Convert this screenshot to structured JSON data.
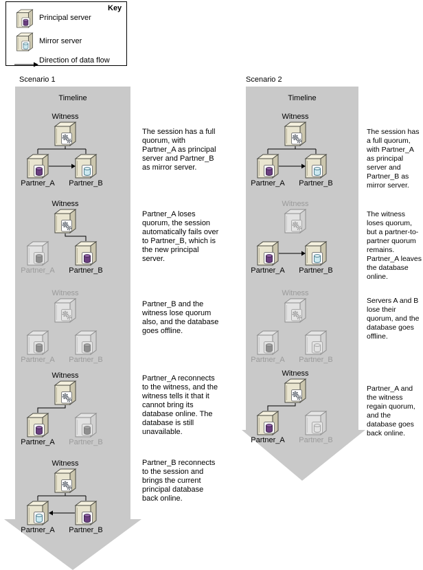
{
  "key": {
    "title": "Key",
    "items": [
      {
        "label": "Principal server",
        "icon": "principal-server-icon"
      },
      {
        "label": "Mirror server",
        "icon": "mirror-server-icon"
      },
      {
        "label": "Direction of data flow",
        "icon": "data-flow-arrow-icon"
      }
    ]
  },
  "scenario1": {
    "title": "Scenario 1",
    "timeline_label": "Timeline",
    "stages": [
      {
        "witness_label": "Witness",
        "witness_state": "online",
        "partner_a": {
          "label": "Partner_A",
          "role": "principal",
          "state": "online"
        },
        "partner_b": {
          "label": "Partner_B",
          "role": "mirror",
          "state": "online"
        },
        "connections": "witness to both partners",
        "data_flow": "Partner_A to Partner_B",
        "description": "The session has a full quorum, with Partner_A as principal server and Partner_B as mirror server."
      },
      {
        "witness_label": "Witness",
        "witness_state": "online",
        "partner_a": {
          "label": "Partner_A",
          "role": "principal",
          "state": "offline"
        },
        "partner_b": {
          "label": "Partner_B",
          "role": "principal",
          "state": "online"
        },
        "connections": "witness to Partner_B",
        "data_flow": "none",
        "description": "Partner_A loses quorum, the session automatically fails over to Partner_B, which is the new principal server."
      },
      {
        "witness_label": "Witness",
        "witness_state": "offline",
        "partner_a": {
          "label": "Partner_A",
          "role": "principal",
          "state": "offline"
        },
        "partner_b": {
          "label": "Partner_B",
          "role": "principal",
          "state": "offline"
        },
        "connections": "none",
        "data_flow": "none",
        "description": "Partner_B and the witness lose quorum also, and the database goes offline."
      },
      {
        "witness_label": "Witness",
        "witness_state": "online",
        "partner_a": {
          "label": "Partner_A",
          "role": "principal",
          "state": "online"
        },
        "partner_b": {
          "label": "Partner_B",
          "role": "principal",
          "state": "offline"
        },
        "connections": "witness to Partner_A",
        "data_flow": "none",
        "description": "Partner_A reconnects to the witness, and the witness tells it that it cannot bring its database online. The database is still unavailable."
      },
      {
        "witness_label": "Witness",
        "witness_state": "online",
        "partner_a": {
          "label": "Partner_A",
          "role": "mirror",
          "state": "online"
        },
        "partner_b": {
          "label": "Partner_B",
          "role": "principal",
          "state": "online"
        },
        "connections": "witness to both partners",
        "data_flow": "Partner_B to Partner_A",
        "description": "Partner_B reconnects to the session and brings the current principal database back online."
      }
    ]
  },
  "scenario2": {
    "title": "Scenario 2",
    "timeline_label": "Timeline",
    "stages": [
      {
        "witness_label": "Witness",
        "witness_state": "online",
        "partner_a": {
          "label": "Partner_A",
          "role": "principal",
          "state": "online"
        },
        "partner_b": {
          "label": "Partner_B",
          "role": "mirror",
          "state": "online"
        },
        "connections": "witness to both partners",
        "data_flow": "Partner_A to Partner_B",
        "description": "The session has a full quorum, with Partner_A as principal server and Partner_B as mirror server."
      },
      {
        "witness_label": "Witness",
        "witness_state": "offline",
        "partner_a": {
          "label": "Partner_A",
          "role": "principal",
          "state": "online"
        },
        "partner_b": {
          "label": "Partner_B",
          "role": "mirror",
          "state": "online"
        },
        "connections": "partner to partner only",
        "data_flow": "Partner_A to Partner_B",
        "description": "The witness loses quorum, but a partner-to-partner quorum remains. Partner_A leaves the database online."
      },
      {
        "witness_label": "Witness",
        "witness_state": "offline",
        "partner_a": {
          "label": "Partner_A",
          "role": "principal",
          "state": "offline"
        },
        "partner_b": {
          "label": "Partner_B",
          "role": "mirror",
          "state": "offline"
        },
        "connections": "none",
        "data_flow": "none",
        "description": "Servers A and B lose their quorum, and the database goes offline."
      },
      {
        "witness_label": "Witness",
        "witness_state": "online",
        "partner_a": {
          "label": "Partner_A",
          "role": "principal",
          "state": "online"
        },
        "partner_b": {
          "label": "Partner_B",
          "role": "mirror",
          "state": "offline"
        },
        "connections": "witness to Partner_A",
        "data_flow": "none",
        "description": "Partner_A and the witness regain quorum, and the database goes back online."
      }
    ]
  }
}
